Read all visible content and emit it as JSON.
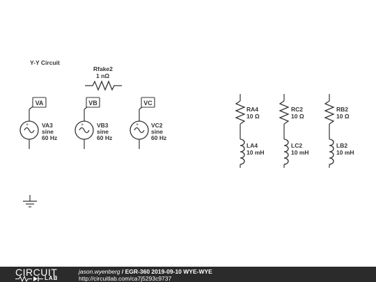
{
  "schematic": {
    "title": "Y-Y Circuit",
    "resistor_fake": {
      "name": "Rfake2",
      "value": "1 nΩ"
    },
    "sources": [
      {
        "name": "VA3",
        "type": "sine",
        "freq": "60 Hz",
        "probe": "VA"
      },
      {
        "name": "VB3",
        "type": "sine",
        "freq": "60 Hz",
        "probe": "VB"
      },
      {
        "name": "VC2",
        "type": "sine",
        "freq": "60 Hz",
        "probe": "VC"
      }
    ],
    "branches": [
      {
        "resistor": {
          "name": "RA4",
          "value": "10 Ω"
        },
        "inductor": {
          "name": "LA4",
          "value": "10 mH"
        }
      },
      {
        "resistor": {
          "name": "RC2",
          "value": "10 Ω"
        },
        "inductor": {
          "name": "LC2",
          "value": "10 mH"
        }
      },
      {
        "resistor": {
          "name": "RB2",
          "value": "10 Ω"
        },
        "inductor": {
          "name": "LB2",
          "value": "10 mH"
        }
      }
    ]
  },
  "footer": {
    "logo_top": "CIRCUIT",
    "logo_bottom": "LAB",
    "author": "jason.wyenberg",
    "separator": " / ",
    "circuit_name": "EGR-360 2019-09-10 WYE-WYE",
    "url": "http://circuitlab.com/ca7j5293c9737"
  }
}
